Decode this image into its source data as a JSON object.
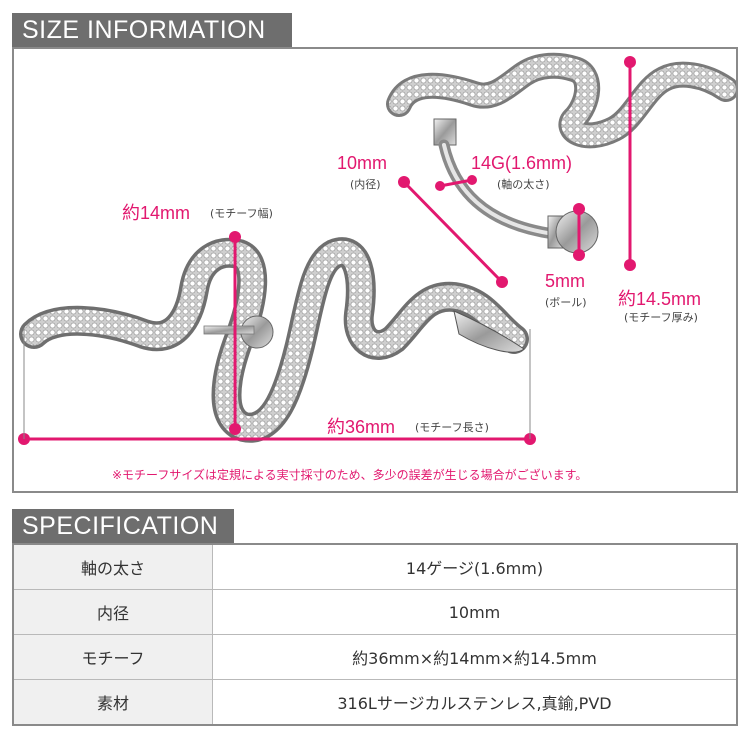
{
  "size_info": {
    "header": "SIZE INFORMATION",
    "labels": {
      "width_value": "約14mm",
      "width_desc": "(モチーフ幅)",
      "length_value": "約36mm",
      "length_desc": "(モチーフ長さ)",
      "inner_value": "10mm",
      "inner_desc": "(内径)",
      "gauge_value": "14G(1.6mm)",
      "gauge_desc": "(軸の太さ)",
      "ball_value": "5mm",
      "ball_desc": "(ボール)",
      "thickness_value": "約14.5mm",
      "thickness_desc": "(モチーフ厚み)"
    },
    "note": "※モチーフサイズは定規による実寸採寸のため、多少の誤差が生じる場合がございます。",
    "accent_color": "#e2186f"
  },
  "specification": {
    "header": "SPECIFICATION",
    "rows": [
      {
        "key": "軸の太さ",
        "value": "14ゲージ(1.6mm)"
      },
      {
        "key": "内径",
        "value": "10mm"
      },
      {
        "key": "モチーフ",
        "value": "約36mm×約14mm×約14.5mm"
      },
      {
        "key": "素材",
        "value": "316Lサージカルステンレス,真鍮,PVD"
      }
    ]
  }
}
